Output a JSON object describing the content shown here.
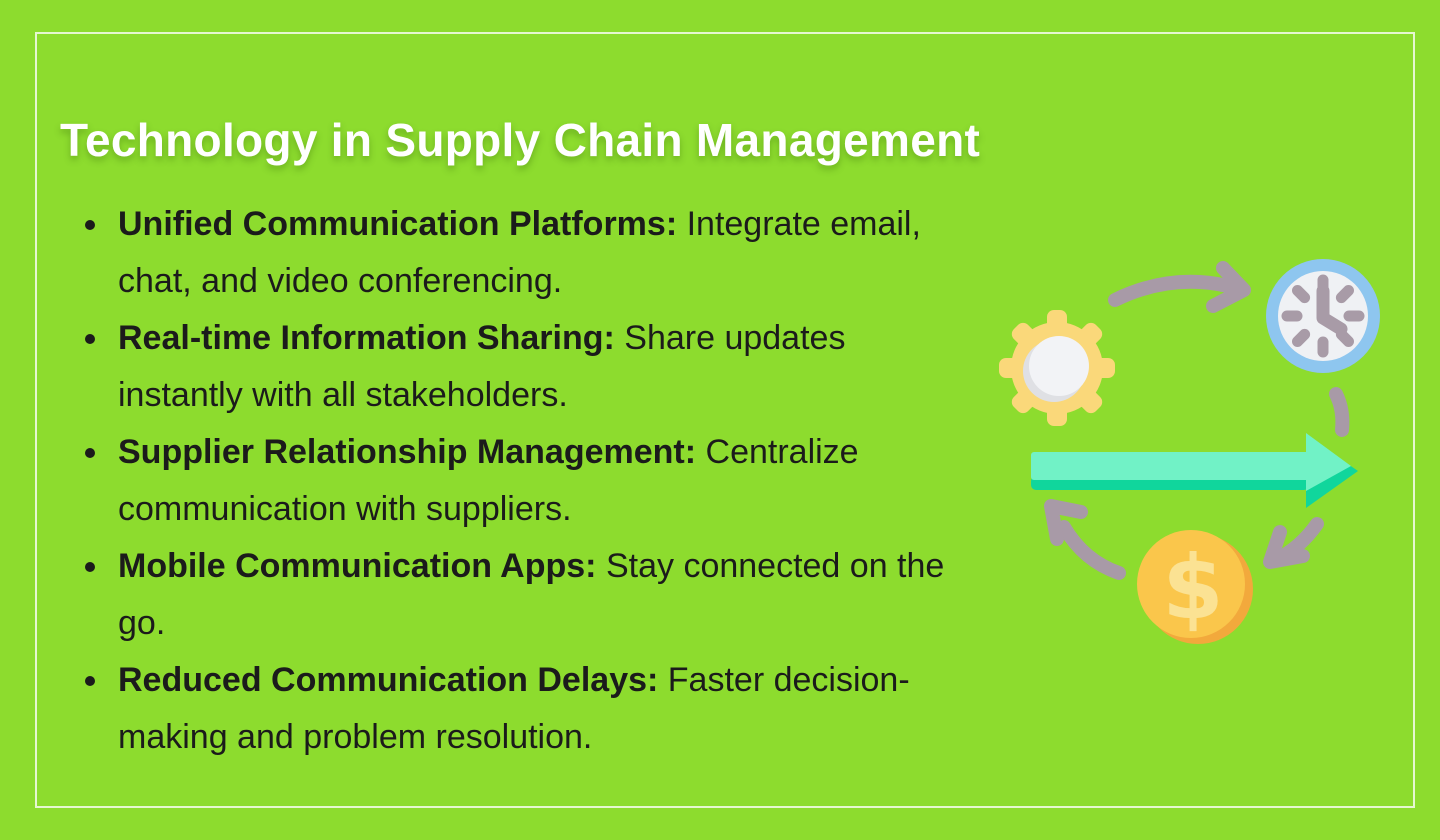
{
  "slide": {
    "title": "Technology in Supply Chain Management",
    "bullets": [
      {
        "lead": "Unified Communication Platforms:",
        "rest1": " Integrate email,",
        "rest2": "chat, and video conferencing."
      },
      {
        "lead": "Real-time Information Sharing:",
        "rest1": " Share updates",
        "rest2": "instantly with all stakeholders."
      },
      {
        "lead": "Supplier Relationship Management:",
        "rest1": " Centralize",
        "rest2": "communication with suppliers."
      },
      {
        "lead": "Mobile Communication Apps:",
        "rest1": " Stay connected on the",
        "rest2": "go."
      },
      {
        "lead": "Reduced Communication Delays:",
        "rest1": " Faster decision-",
        "rest2": "making and problem resolution."
      }
    ],
    "illustration": {
      "dollar_symbol": "$",
      "icons": [
        "gear-icon",
        "clock-icon",
        "process-arrow-icon",
        "dollar-coin-icon",
        "cycle-arrows-icon"
      ]
    },
    "colors": {
      "background": "#8DDC2E",
      "card_border": "#F0F8E0",
      "title_text": "#FFFFFF",
      "body_text": "#1B1B1B",
      "gear_yellow": "#FAD87A",
      "gear_center": "#F2F3F6",
      "gear_center_shade": "#DFE0E4",
      "clock_ring_blue": "#8EC6EF",
      "clock_face": "#EFF1F4",
      "clock_marks": "#A89BA7",
      "arrow_teal_light": "#71F2C6",
      "arrow_teal_dark": "#10D69C",
      "coin_yellow": "#FAC64B",
      "coin_shade": "#F2A93C",
      "coin_symbol": "#FBE293",
      "cycle_arrow_gray": "#A89AA7"
    }
  }
}
